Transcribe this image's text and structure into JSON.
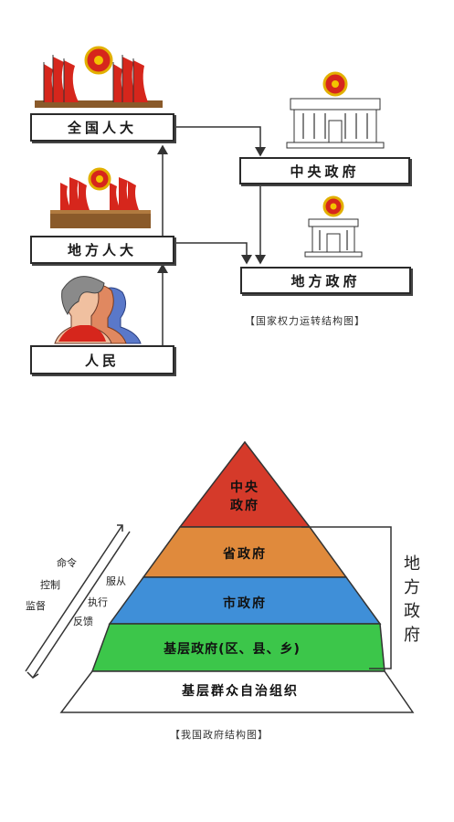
{
  "diagram1": {
    "boxes": {
      "npc": "全国人大",
      "central_gov": "中央政府",
      "local_pc": "地方人大",
      "local_gov": "地方政府",
      "people": "人民"
    },
    "caption": "【国家权力运转结构图】"
  },
  "diagram2": {
    "tiers": {
      "central": "中央\n政府",
      "province": "省政府",
      "city": "市政府",
      "grassroots": "基层政府(区、县、乡)",
      "self_gov": "基层群众自治组织"
    },
    "brace_label": "地方政府",
    "down_labels": [
      "命令",
      "控制",
      "监督"
    ],
    "up_labels": [
      "服从",
      "执行",
      "反馈"
    ],
    "caption": "【我国政府结构图】",
    "colors": {
      "central": "#d53a2a",
      "province": "#e08a3c",
      "city": "#3f8fd8",
      "grassroots": "#3cc64a",
      "self_gov": "#ffffff"
    }
  }
}
